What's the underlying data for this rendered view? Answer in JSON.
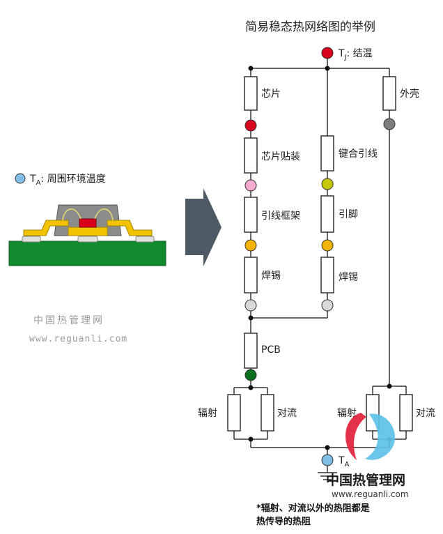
{
  "title": "简易稳态热网络图的举例",
  "ambient_legend": {
    "symbol": "T",
    "sub": "A",
    "text": ": 周围环境温度"
  },
  "watermark": {
    "cn": "中国热管理网",
    "url": "www.reguanli.com"
  },
  "nodes": {
    "tj": {
      "symbol": "T",
      "sub": "J",
      "text": ": 结温"
    },
    "ta": {
      "symbol": "T",
      "sub": "A"
    }
  },
  "resistors": {
    "chip": "芯片",
    "die_attach": "芯片贴装",
    "lead_frame": "引线框架",
    "solder_left": "焊锡",
    "case": "外壳",
    "bond_wire": "键合引线",
    "pin": "引脚",
    "solder_right": "焊锡",
    "pcb": "PCB",
    "radiation_left": "辐射",
    "convection_left": "对流",
    "radiation_right": "辐射",
    "convection_right": "对流"
  },
  "note": {
    "line1": "*辐射、对流以外的热阻都是",
    "line2": "热传导的热阻"
  },
  "logo": {
    "cn": "中国热管理网",
    "url": "www.reguanli.com"
  },
  "colors": {
    "tj_node": "#d9001b",
    "die_attach_node": "#d7071e",
    "lead_frame_node": "#f4a9cf",
    "solder_node": "#f5b400",
    "bond_node": "#c8c800",
    "case_node": "#7d7d7d",
    "junction_node": "#d9d9d9",
    "pcb_node": "#0a6e1f",
    "ta_node": "#7fbfe6",
    "arrow": "#4d5964",
    "board": "#138a2e",
    "lead": "#f2c300"
  }
}
